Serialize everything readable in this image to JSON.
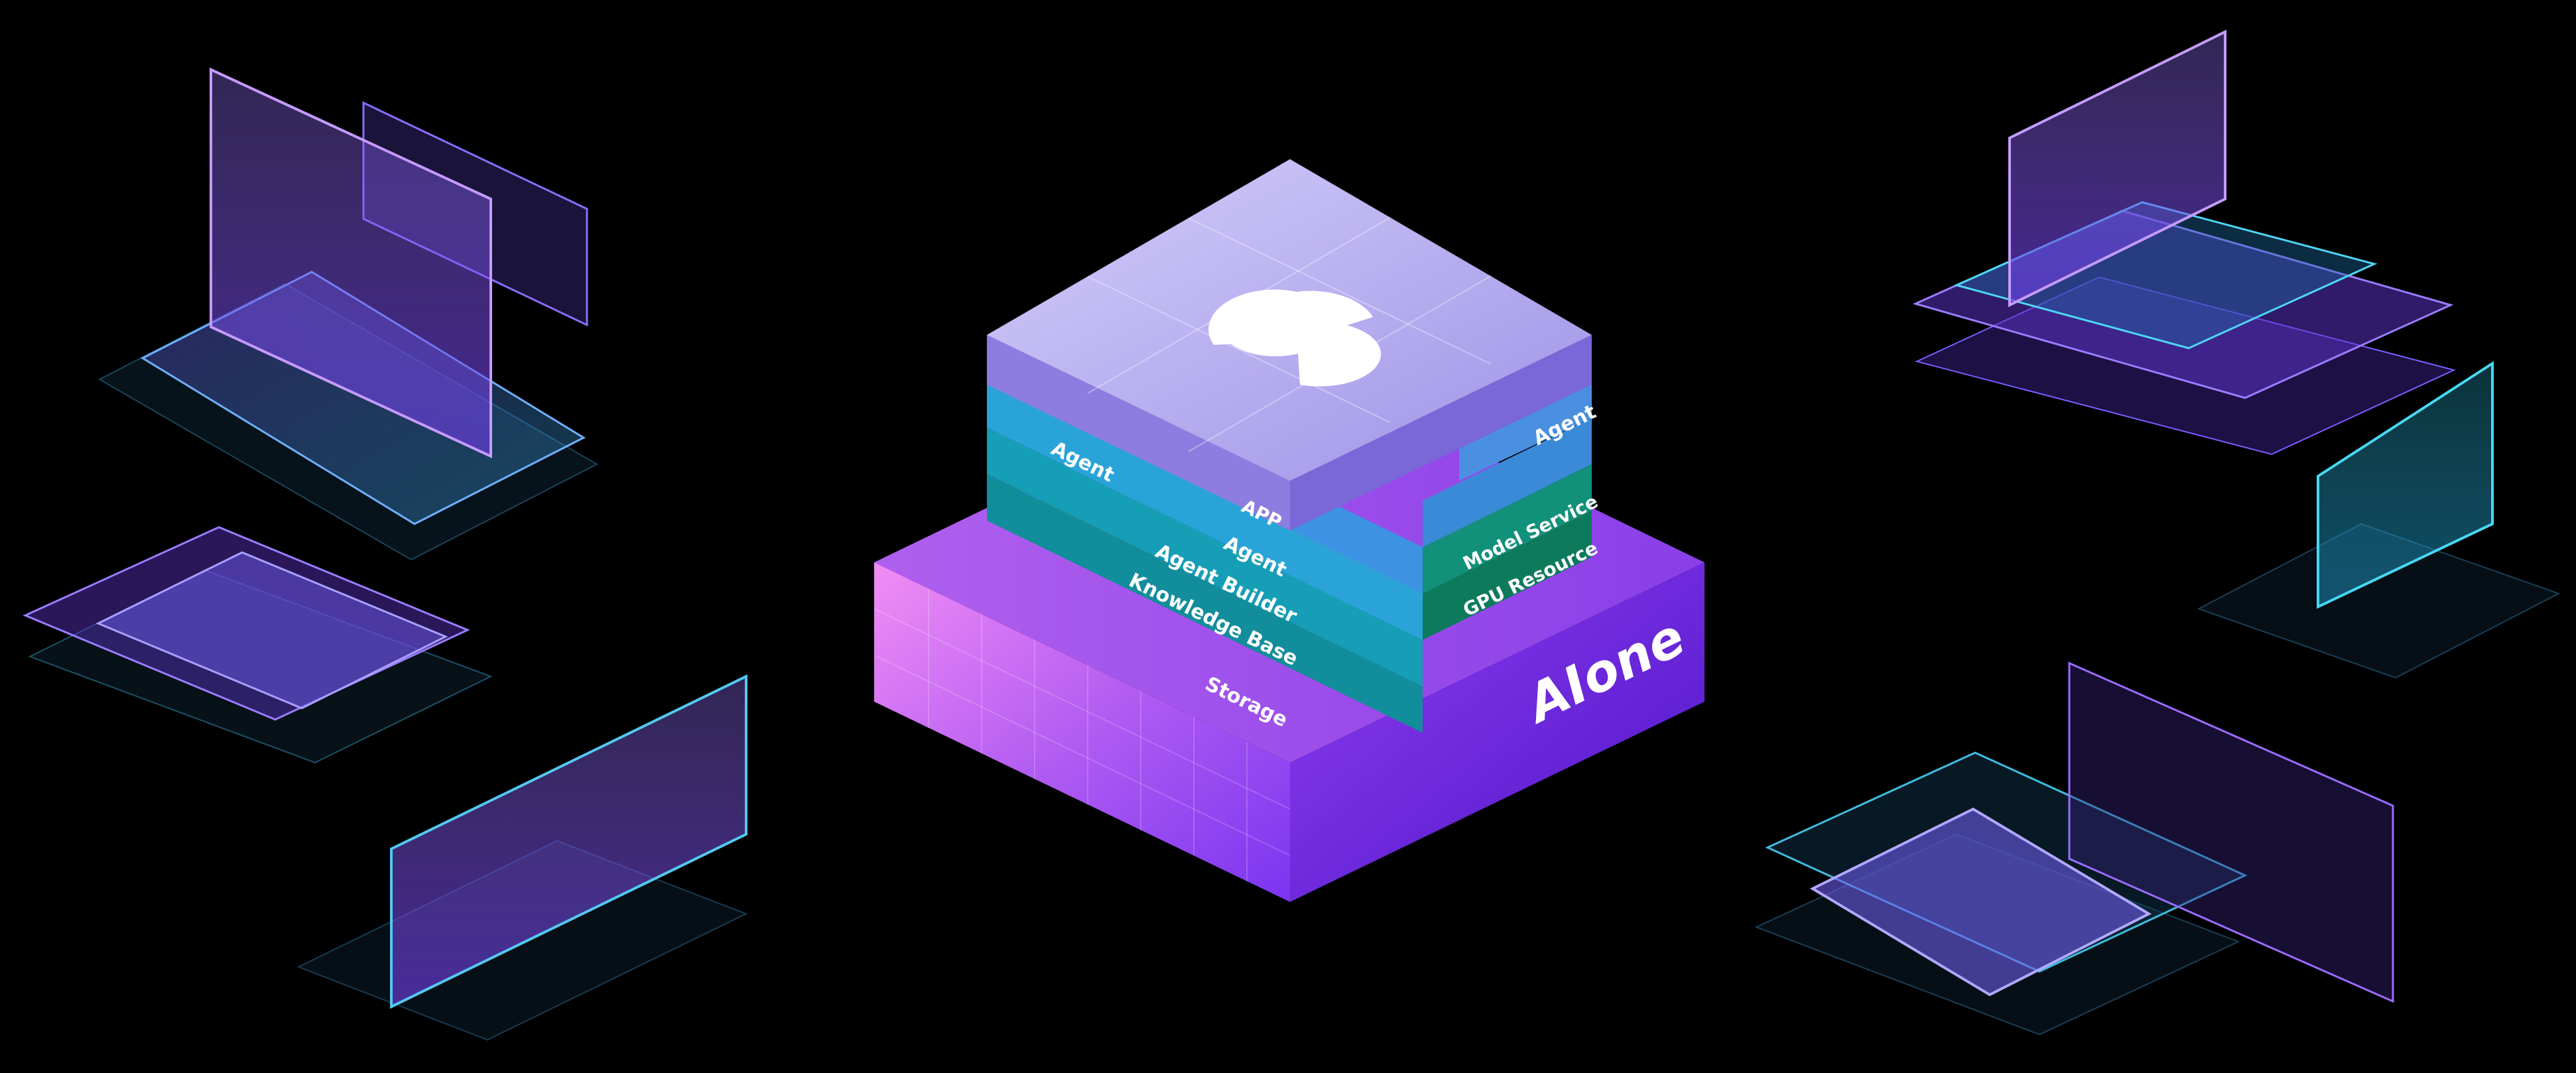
{
  "stack": {
    "app_label": "APP",
    "agent_front_label": "Agent",
    "agent_left_label": "Agent",
    "agent_right_label": "Agent",
    "agent_builder_label": "Agent Builder",
    "knowledge_base_label": "Knowledge Base",
    "storage_label": "Storage",
    "model_service_label": "Model Service",
    "gpu_resource_label": "GPU Resource"
  },
  "brand": {
    "logo_text": "AIone"
  },
  "colors": {
    "background": "#000000",
    "top_slab": "#b8b1f0",
    "agent_layer": "#3b8fe0",
    "builder_layer": "#2a9fd8",
    "knowledge_layer": "#159fb0",
    "storage_layer": "#138f9a",
    "right_column": "#0f8a72",
    "base_block": "#8a3cf0",
    "panel_purple": "#a66bff",
    "panel_cyan": "#34d3f0"
  },
  "icons": {
    "top_icon": "pie-chart-icon"
  }
}
